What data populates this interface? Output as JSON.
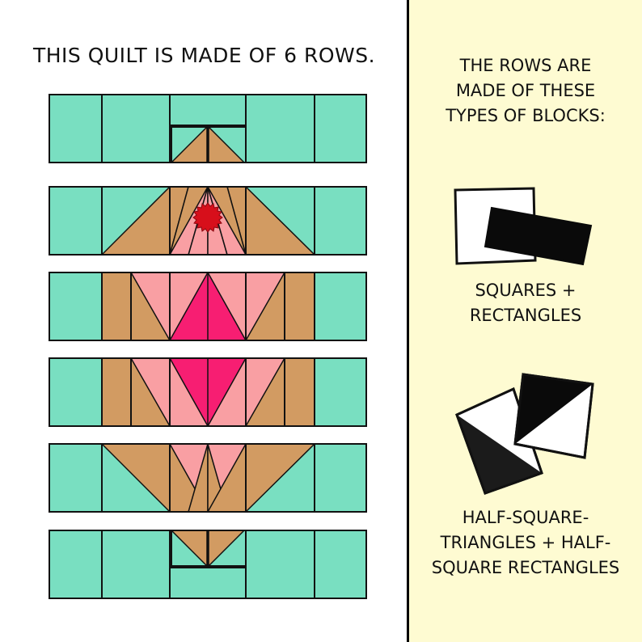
{
  "title": "THIS QUILT IS MADE OF 6 ROWS.",
  "side_heading": [
    "THE ROWS ARE",
    "MADE OF THESE",
    "TYPES OF BLOCKS:"
  ],
  "label_squares": [
    "SQUARES +",
    "RECTANGLES"
  ],
  "label_hst": [
    "HALF-SQUARE-",
    "TRIANGLES + HALF-",
    "SQUARE RECTANGLES"
  ],
  "colors": {
    "teal": "#79dfc1",
    "tan": "#d29b62",
    "light_pink": "#f99fa3",
    "hot_pink": "#f71e72",
    "red_center": "#d70f1b",
    "panel": "#fefbd2",
    "outline": "#111111"
  },
  "row_count": 6
}
